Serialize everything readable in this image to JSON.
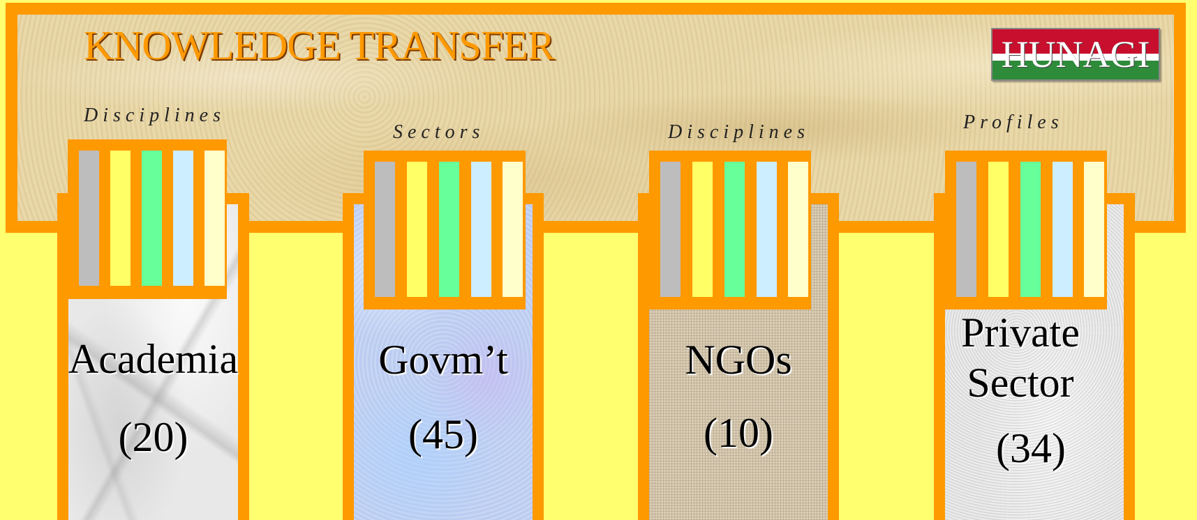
{
  "header": {
    "title": "KNOWLEDGE TRANSFER",
    "logo_text": "HUNAGI"
  },
  "colors": {
    "frame": "#FF9900",
    "background": "#FFFF70",
    "stripes": [
      "#BDBDBD",
      "#FFFF66",
      "#66FF99",
      "#CCEEFF",
      "#FFFFCC"
    ],
    "logo": [
      "#C8102E",
      "#FFFFFF",
      "#2E8B3A"
    ]
  },
  "cards": [
    {
      "label": "Disciplines",
      "name": "Academia",
      "count": "(20)",
      "texture": "marble"
    },
    {
      "label": "Sectors",
      "name": "Govm’t",
      "count": "(45)",
      "texture": "blue-paper"
    },
    {
      "label": "Disciplines",
      "name": "NGOs",
      "count": "(10)",
      "texture": "burlap"
    },
    {
      "label": "Profiles",
      "name": "Private Sector",
      "name_line1": "Private",
      "name_line2": "Sector",
      "count": "(34)",
      "texture": "grain"
    }
  ]
}
